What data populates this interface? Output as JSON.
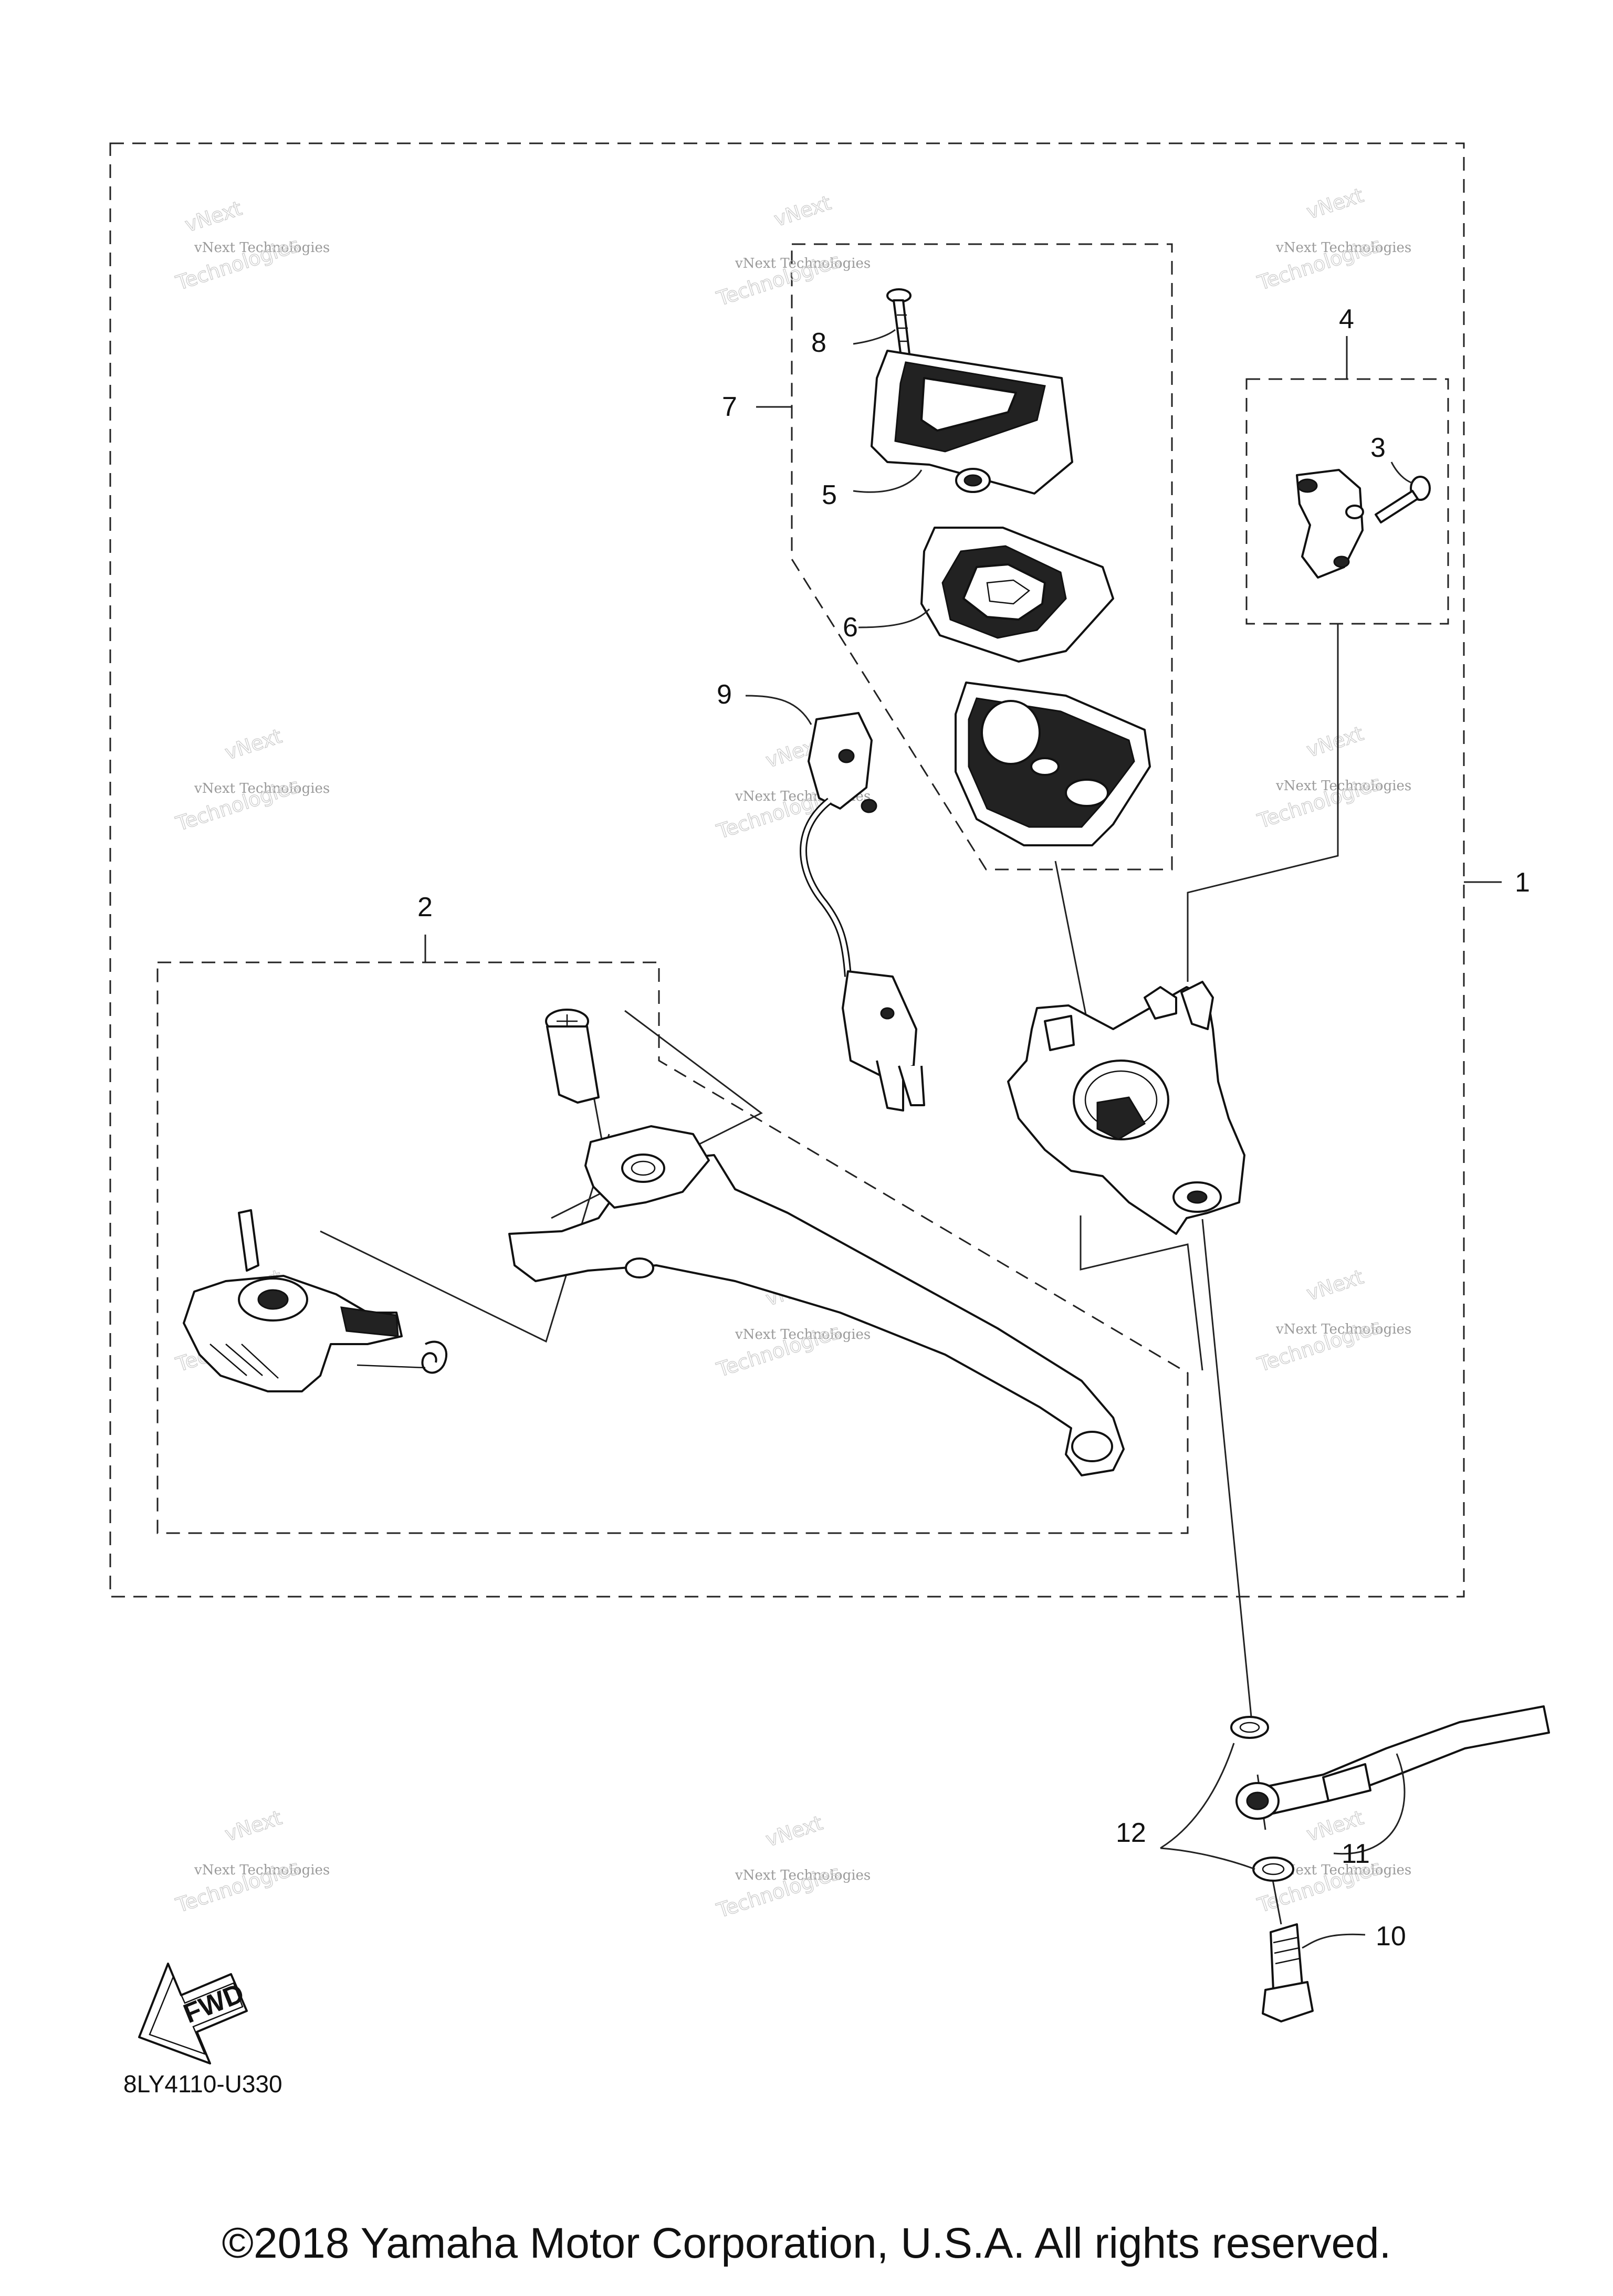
{
  "diagram": {
    "callouts": {
      "c1": "1",
      "c2": "2",
      "c3": "3",
      "c4": "4",
      "c5": "5",
      "c6": "6",
      "c7": "7",
      "c8": "8",
      "c9": "9",
      "c10": "10",
      "c11": "11",
      "c12": "12"
    },
    "watermark": {
      "line1": "vNext Technologies",
      "line2": "vNext",
      "line3": "Technologies"
    },
    "fwd_label": "FWD",
    "part_code": "8LY4110-U330",
    "copyright": "©2018 Yamaha Motor Corporation, U.S.A. All rights reserved."
  }
}
